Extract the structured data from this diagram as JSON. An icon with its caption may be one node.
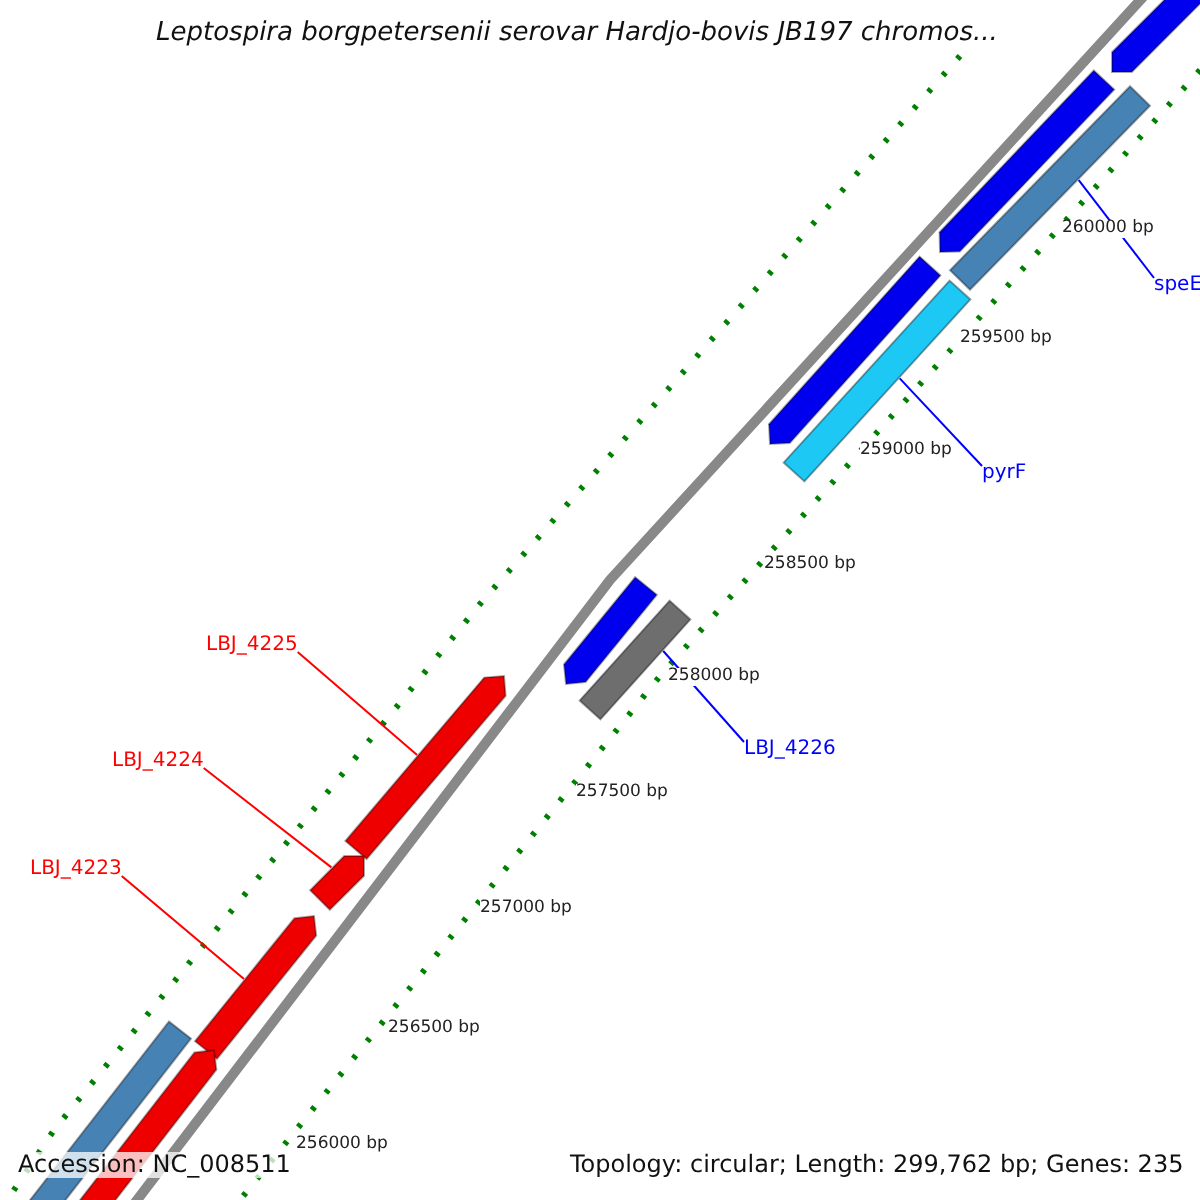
{
  "diagram": {
    "title": "Leptospira borgpetersenii serovar Hardjo-bovis JB197 chromos...",
    "nodes": [
      {
        "text": [],
        "shape": "bar"
      },
      {
        "text": [],
        "shape": "bar"
      },
      {
        "text": [],
        "shape": "bar"
      },
      {
        "text": [
          "speE"
        ]
      },
      {
        "text": [],
        "shape": "bar"
      },
      {
        "text": [],
        "shape": "bar"
      },
      {
        "text": [
          "pyrF"
        ]
      },
      {
        "text": [],
        "shape": "bar"
      },
      {
        "text": [],
        "shape": "bar"
      },
      {
        "text": [
          "LBJ_4225"
        ]
      },
      {
        "text": [
          "LBJ_4226"
        ]
      },
      {
        "text": [],
        "shape": "bar"
      },
      {
        "text": [
          "LBJ_4224"
        ]
      },
      {
        "text": [],
        "shape": "bar"
      },
      {
        "text": [
          "LBJ_4223"
        ]
      },
      {
        "text": [],
        "shape": "bar"
      },
      {
        "text": [],
        "shape": "bar"
      },
      {
        "text": [],
        "shape": "bar"
      }
    ],
    "edges": [
      {
        "from": 3,
        "to": 2,
        "arrow": "none",
        "color": "#0000ff"
      },
      {
        "from": 6,
        "to": 5,
        "arrow": "none",
        "color": "#0000ff"
      },
      {
        "from": 10,
        "to": 8,
        "arrow": "none",
        "color": "#0000ff"
      },
      {
        "from": 9,
        "to": 11,
        "arrow": "none",
        "color": "#ff0000"
      },
      {
        "from": 12,
        "to": 13,
        "arrow": "none",
        "color": "#ff0000"
      },
      {
        "from": 14,
        "to": 15,
        "arrow": "none",
        "color": "#ff0000"
      }
    ],
    "labels": [
      "260000 bp",
      "259500 bp",
      "259000 bp",
      "258500 bp",
      "258000 bp",
      "257500 bp",
      "257000 bp",
      "256500 bp",
      "256000 bp",
      "Accession: NC_008511",
      "Topology: circular; Length: 299,762 bp; Genes: 235"
    ]
  }
}
